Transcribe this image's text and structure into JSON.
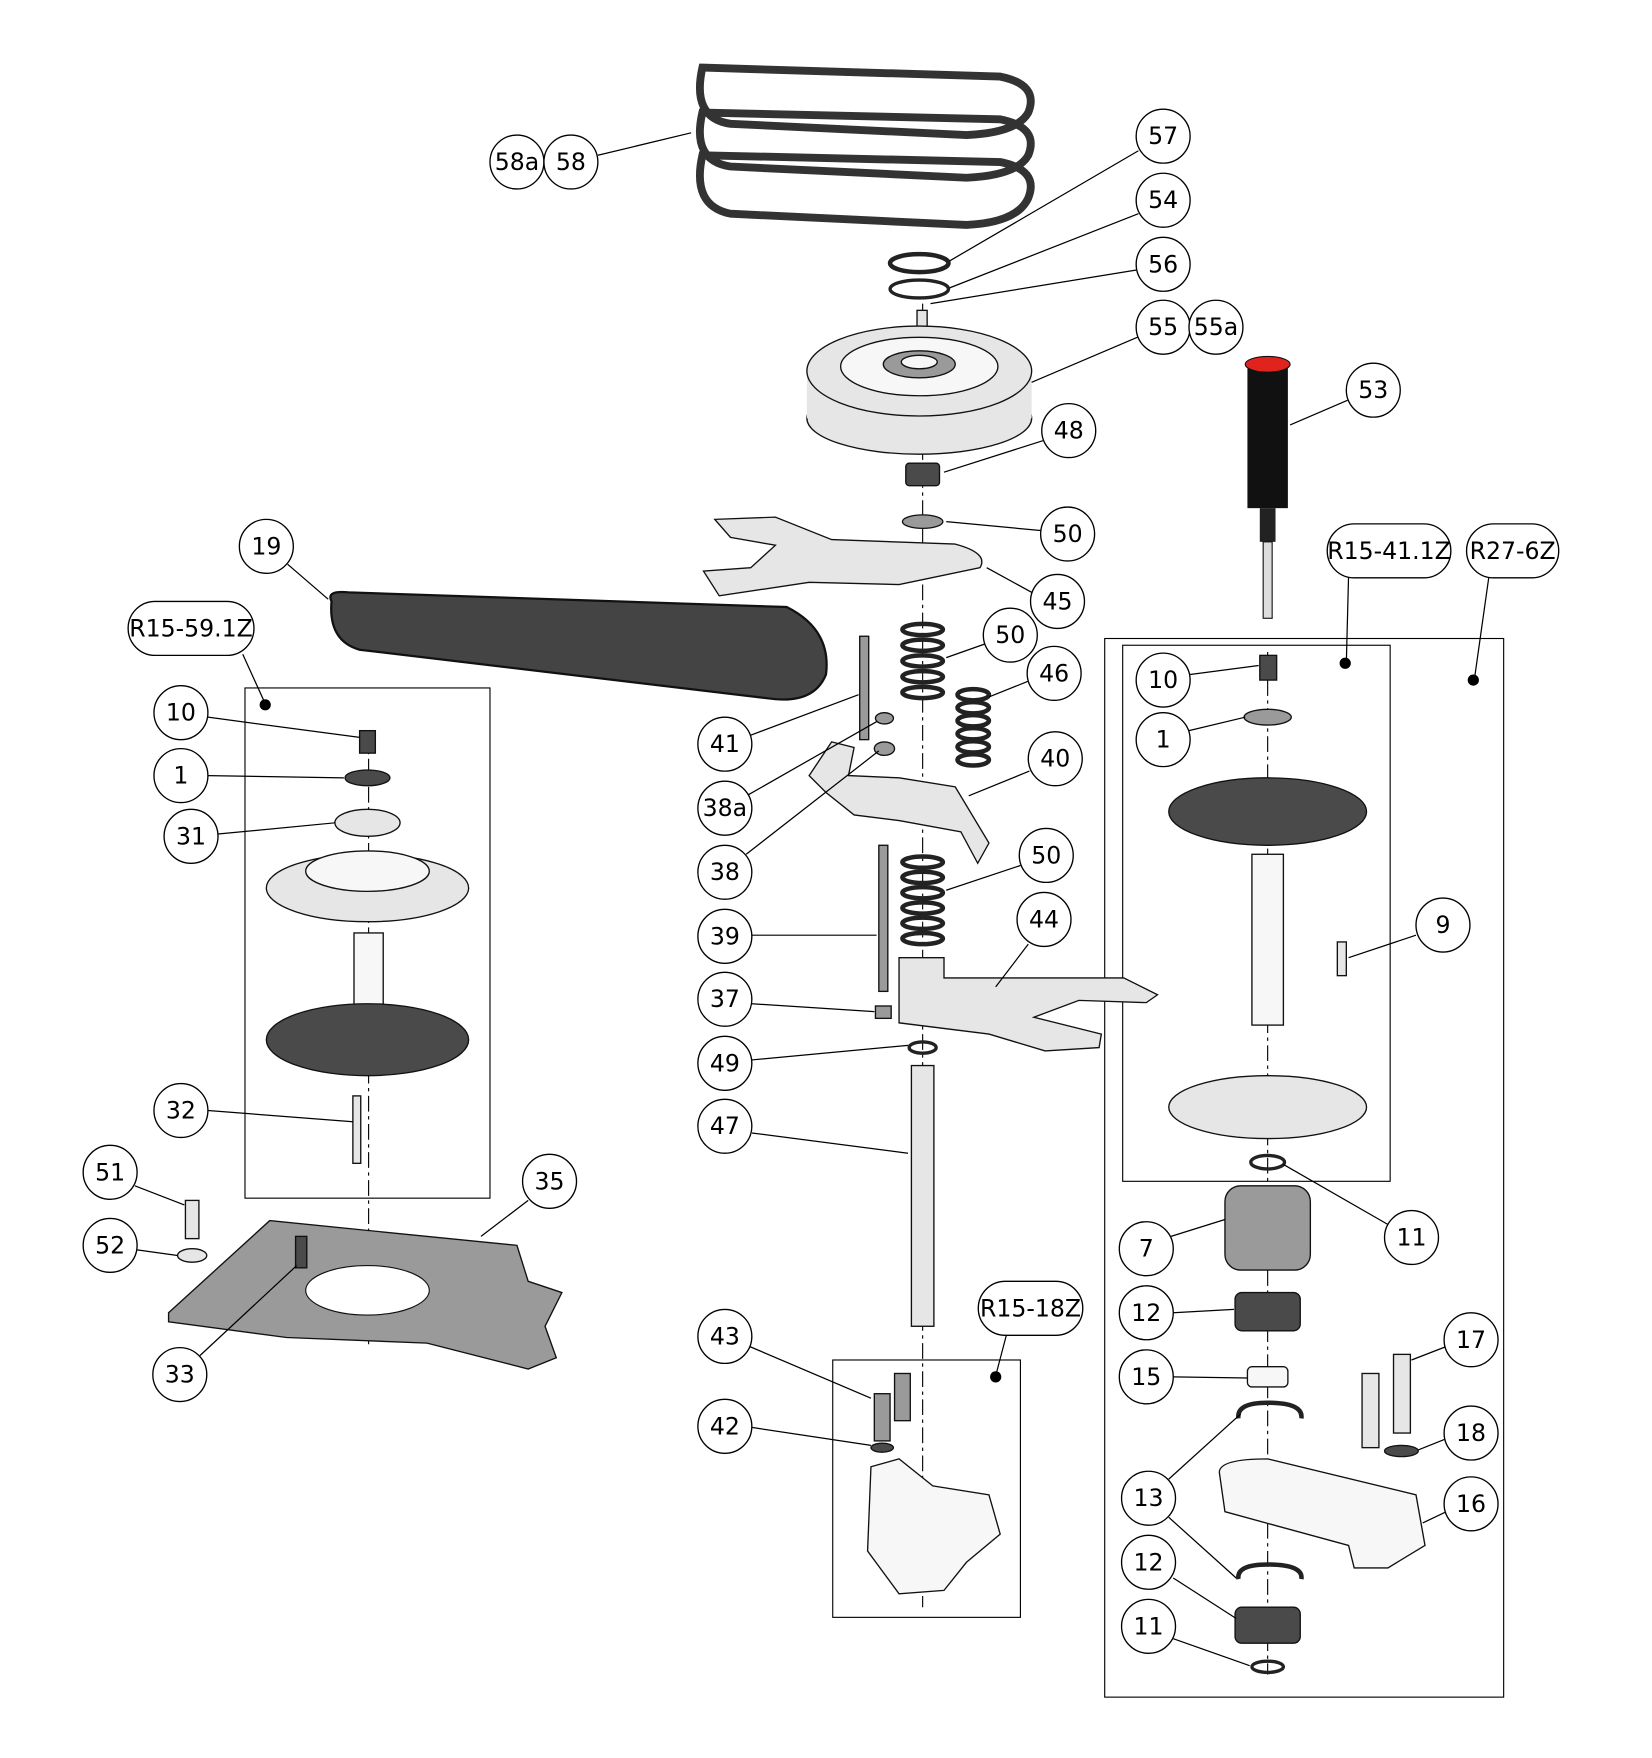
{
  "title": "Exploded parts diagram",
  "labels": {
    "p58a": "58a",
    "p58": "58",
    "p57": "57",
    "p54": "54",
    "p56": "56",
    "p55": "55",
    "p55a": "55a",
    "p53": "53",
    "p48": "48",
    "p50a": "50",
    "p45": "45",
    "p50b": "50",
    "p46": "46",
    "p40": "40",
    "p50c": "50",
    "p44": "44",
    "p41": "41",
    "p38a": "38a",
    "p38": "38",
    "p39": "39",
    "p37": "37",
    "p49": "49",
    "p47": "47",
    "p43": "43",
    "p42": "42",
    "g_r1518": "R15-18Z",
    "p19": "19",
    "g_r15591": "R15-59.1Z",
    "p10a": "10",
    "p1a": "1",
    "p31": "31",
    "p32": "32",
    "p51": "51",
    "p52": "52",
    "p35": "35",
    "p33": "33",
    "g_r15411": "R15-41.1Z",
    "g_r276": "R27-6Z",
    "p10b": "10",
    "p1b": "1",
    "p9": "9",
    "p11a": "11",
    "p7": "7",
    "p12a": "12",
    "p15": "15",
    "p17": "17",
    "p18": "18",
    "p16": "16",
    "p13": "13",
    "p12b": "12",
    "p11b": "11"
  },
  "colors": {
    "cap_red": "#e0231c",
    "part_dark": "#4a4a4a",
    "part_light": "#e6e6e6"
  }
}
